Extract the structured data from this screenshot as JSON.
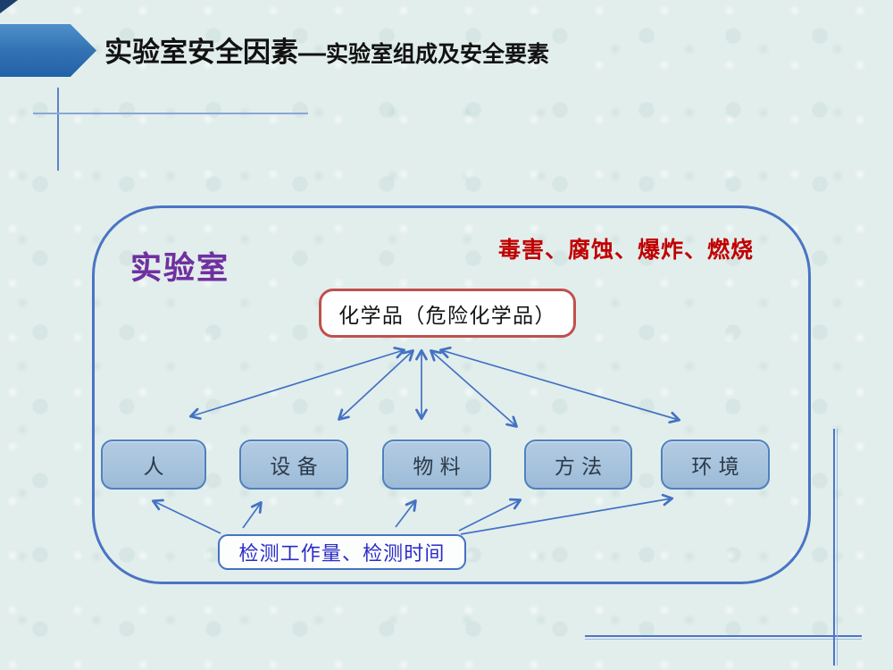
{
  "slide": {
    "title": {
      "main": "实验室安全因素",
      "dash": "—",
      "sub": "实验室组成及安全要素"
    }
  },
  "diagram": {
    "lab_label": "实验室",
    "hazards": "毒害、腐蚀、爆炸、燃烧",
    "chemical": "化学品（危险化学品）",
    "factors": [
      "人",
      "设备",
      "物料",
      "方法",
      "环境"
    ],
    "workload": "检测工作量、检测时间"
  },
  "icons": {
    "title_arrow": "pentagon-arrow-icon",
    "corner_wedge": "corner-wedge-icon"
  },
  "colors": {
    "accent_blue": "#4472c4",
    "container_border": "#4a74c4",
    "factor_fill": "#a9c4de",
    "factor_border": "#4f81bd",
    "chemical_border": "#c0504d",
    "hazard_red": "#c00000",
    "lab_purple": "#7030a0",
    "workload_blue": "#2b2bc8",
    "title_black": "#121212",
    "background": "#e2eeec"
  }
}
